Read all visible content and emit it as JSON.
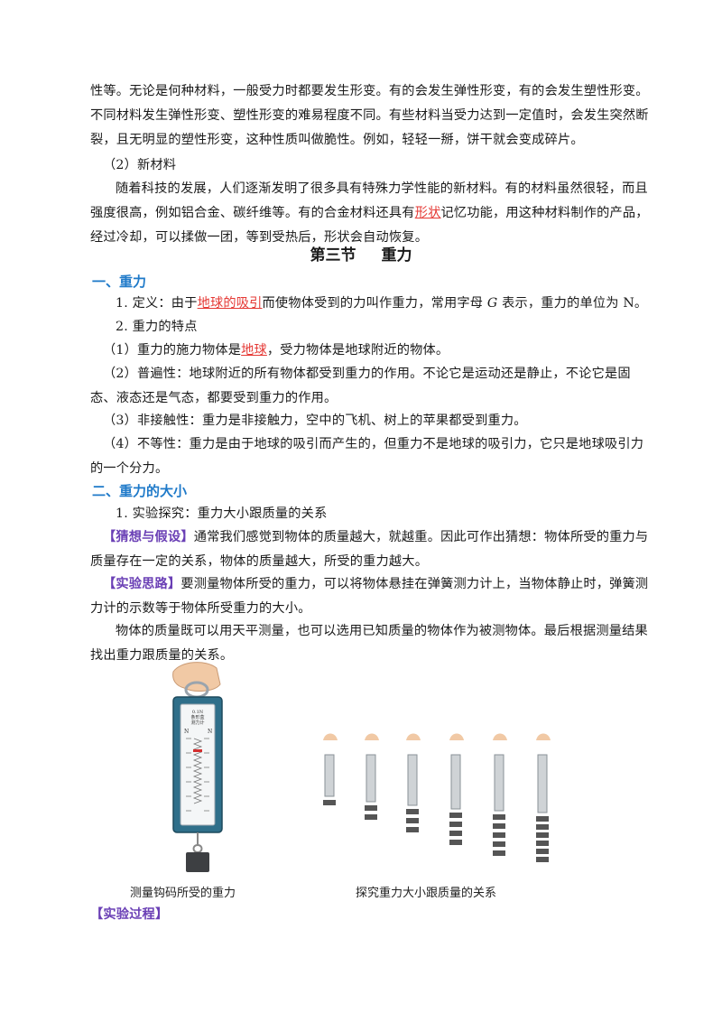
{
  "para1": "性等。无论是何种材料，一般受力时都要发生形变。有的会发生弹性形变，有的会发生塑性形变。不同材料发生弹性形变、塑性形变的难易程度不同。有些材料当受力达到一定值时，会发生突然断裂，且无明显的塑性形变，这种性质叫做脆性。例如，轻轻一掰，饼干就会变成碎片。",
  "new_material_heading": "（2）新材料",
  "para2_a": "随着科技的发展，人们逐渐发明了很多具有特殊力学性能的新材料。有的材料虽然很轻，而且强度很高，例如铝合金、碳纤维等。有的合金材料还具有",
  "para2_red": "形状",
  "para2_b": "记忆功能，用这种材料制作的产品，经过冷却，可以揉做一团，等到受热后，形状会自动恢复。",
  "section_title_a": "第三节",
  "section_title_b": "重力",
  "h_gravity": "一、重力",
  "def_a": "1. 定义：由于",
  "def_red": "地球的吸引",
  "def_b": "而使物体受到的力叫作重力，常用字母",
  "def_g": "G",
  "def_c": "表示，重力的单位为 N。",
  "features": "2. 重力的特点",
  "f1_a": "（1）重力的施力物体是",
  "f1_red": "地球",
  "f1_b": "，受力物体是地球附近的物体。",
  "f2": "（2）普遍性：地球附近的所有物体都受到重力的作用。不论它是运动还是静止，不论它是固态、液态还是气态，都要受到重力的作用。",
  "f3": "（3）非接触性：重力是非接触力，空中的飞机、树上的苹果都受到重力。",
  "f4": "（4）不等性：重力是由于地球的吸引而产生的，但重力不是地球的吸引力，它只是地球吸引力的一个分力。",
  "h_size": "二、重力的大小",
  "exp": "1. 实验探究：重力大小跟质量的关系",
  "guess_tag": "【猜想与假设】",
  "guess": "通常我们感觉到物体的质量越大，就越重。因此可作出猜想：物体所受的重力与质量存在一定的关系，物体的质量越大，所受的重力越大。",
  "idea_tag": "【实验思路】",
  "idea": "要测量物体所受的重力，可以将物体悬挂在弹簧测力计上，当物体静止时，弹簧测力计的示数等于物体所受重力的大小。",
  "para3": "物体的质量既可以用天平测量，也可以选用已知质量的物体作为被测物体。最后根据测量结果找出重力跟质量的关系。",
  "cap1": "测量钩码所受的重力",
  "cap2": "探究重力大小跟质量的关系",
  "process_tag": "【实验过程】",
  "gauge_label_1": "0.1N",
  "gauge_label_2": "条形盒",
  "gauge_label_3": "测力计",
  "gauge_unit": "N",
  "colors": {
    "heading_blue": "#1f7ac9",
    "tag_purple": "#6a3fb5",
    "key_red": "#e53935"
  }
}
